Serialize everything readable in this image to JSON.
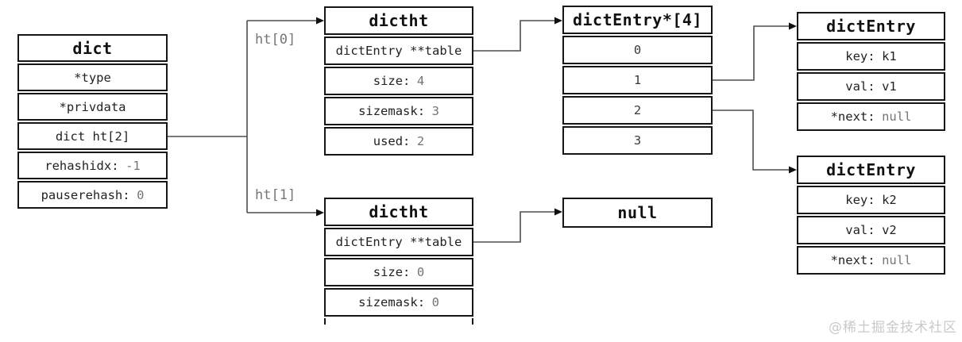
{
  "labels": {
    "ht0": "ht[0]",
    "ht1": "ht[1]"
  },
  "watermark": "@稀土掘金技术社区",
  "colors": {
    "box_border": "#161616",
    "muted_text": "#757575",
    "connector_line": "#4d4d4d",
    "watermark_text": "#c9c9c9"
  },
  "boxes": [
    {
      "id": "box-dict",
      "title": "dict",
      "rows": [
        {
          "label": "*type"
        },
        {
          "label": "*privdata"
        },
        {
          "label": "dict ht[2]"
        },
        {
          "label": "rehashidx:",
          "value": "-1",
          "muted": true
        },
        {
          "label": "pauserehash:",
          "value": "0",
          "muted": true
        }
      ]
    },
    {
      "id": "box-dictht0",
      "title": "dictht",
      "rows": [
        {
          "label": "dictEntry **table"
        },
        {
          "label": "size:",
          "value": "4",
          "muted": true
        },
        {
          "label": "sizemask:",
          "value": "3",
          "muted": true
        },
        {
          "label": "used:",
          "value": "2",
          "muted": true
        }
      ]
    },
    {
      "id": "box-dictht1",
      "title": "dictht",
      "clipped": true,
      "rows": [
        {
          "label": "dictEntry **table"
        },
        {
          "label": "size:",
          "value": "0",
          "muted": true
        },
        {
          "label": "sizemask:",
          "value": "0",
          "muted": true
        }
      ]
    },
    {
      "id": "box-array",
      "title": "dictEntry*[4]",
      "rows": [
        {
          "label": "0"
        },
        {
          "label": "1"
        },
        {
          "label": "2"
        },
        {
          "label": "3"
        }
      ]
    },
    {
      "id": "box-null",
      "title": "null",
      "rows": []
    },
    {
      "id": "box-entry1",
      "title": "dictEntry",
      "rows": [
        {
          "label": "key:",
          "value": "k1"
        },
        {
          "label": "val:",
          "value": "v1"
        },
        {
          "label": "*next:",
          "value": "null",
          "muted": true
        }
      ]
    },
    {
      "id": "box-entry2",
      "title": "dictEntry",
      "rows": [
        {
          "label": "key:",
          "value": "k2"
        },
        {
          "label": "val:",
          "value": "v2"
        },
        {
          "label": "*next:",
          "value": "null",
          "muted": true
        }
      ]
    }
  ]
}
